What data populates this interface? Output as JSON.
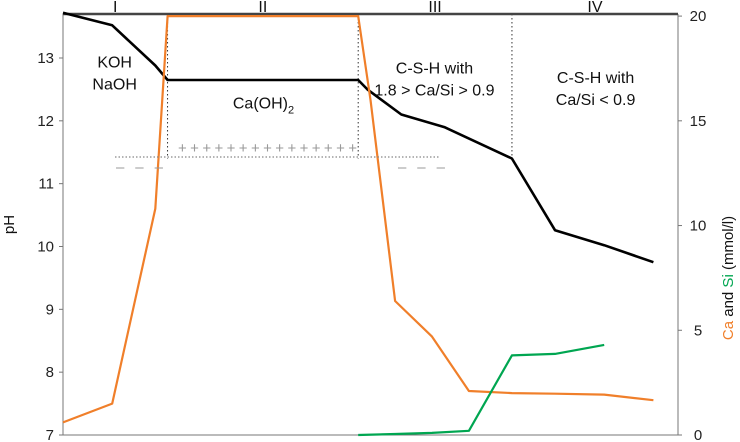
{
  "chart_data": {
    "type": "line",
    "ylabel_left": "pH",
    "ylabel_right_parts": [
      {
        "text": "Ca",
        "color": "#f07f2a"
      },
      {
        "text": " and ",
        "color": "#111111"
      },
      {
        "text": "Si",
        "color": "#00a651"
      },
      {
        "text": " (mmol/l)",
        "color": "#111111"
      }
    ],
    "ylim_left": [
      7,
      13.7
    ],
    "yticks_left": [
      "7",
      "8",
      "9",
      "10",
      "11",
      "12",
      "13"
    ],
    "ylim_right": [
      0,
      20.1
    ],
    "yticks_right": [
      "0",
      "5",
      "10",
      "15",
      "20"
    ],
    "x_range": [
      0,
      100
    ],
    "zones": [
      {
        "label": "I",
        "from": 0,
        "to": 17
      },
      {
        "label": "II",
        "from": 17,
        "to": 48
      },
      {
        "label": "III",
        "from": 48,
        "to": 73
      },
      {
        "label": "IV",
        "from": 73,
        "to": 100
      }
    ],
    "annotations": [
      {
        "lines": [
          "KOH",
          "NaOH"
        ],
        "x": 8.4,
        "pH": 12.85
      },
      {
        "lines": [
          "Ca(OH)",
          "2"
        ],
        "subscript": true,
        "x": 32.6,
        "pH": 12.2
      },
      {
        "lines": [
          "C-S-H with",
          "1.8 > Ca/Si > 0.9"
        ],
        "x": 60.4,
        "pH": 12.75
      },
      {
        "lines": [
          "C-S-H with",
          "Ca/Si < 0.9"
        ],
        "x": 86.6,
        "pH": 12.6
      }
    ],
    "charge_marks": {
      "plus": "+++++++++++++++",
      "minus_left": "– – –",
      "minus_right": "– – –"
    },
    "grid": false,
    "series": [
      {
        "axis": "left",
        "color": "#000000",
        "points": [
          [
            0,
            13.72
          ],
          [
            8,
            13.52
          ],
          [
            15,
            12.88
          ],
          [
            17,
            12.65
          ],
          [
            48,
            12.65
          ],
          [
            49.5,
            12.5
          ],
          [
            55,
            12.1
          ],
          [
            62,
            11.9
          ],
          [
            73,
            11.4
          ],
          [
            80,
            10.26
          ],
          [
            88,
            10.02
          ],
          [
            96,
            9.75
          ]
        ]
      },
      {
        "axis": "right",
        "color": "#f07f2a",
        "points": [
          [
            0,
            0.6
          ],
          [
            8,
            1.5
          ],
          [
            15,
            10.8
          ],
          [
            17,
            20.0
          ],
          [
            48,
            20.0
          ],
          [
            50,
            16.0
          ],
          [
            54,
            6.4
          ],
          [
            60,
            4.7
          ],
          [
            66,
            2.1
          ],
          [
            73,
            2.0
          ],
          [
            80,
            1.97
          ],
          [
            88,
            1.93
          ],
          [
            96,
            1.66
          ]
        ]
      },
      {
        "axis": "right",
        "color": "#00a651",
        "points": [
          [
            48,
            0.0
          ],
          [
            54,
            0.05
          ],
          [
            60,
            0.1
          ],
          [
            66,
            0.2
          ],
          [
            73,
            3.8
          ],
          [
            80,
            3.87
          ],
          [
            88,
            4.3
          ]
        ]
      }
    ]
  }
}
